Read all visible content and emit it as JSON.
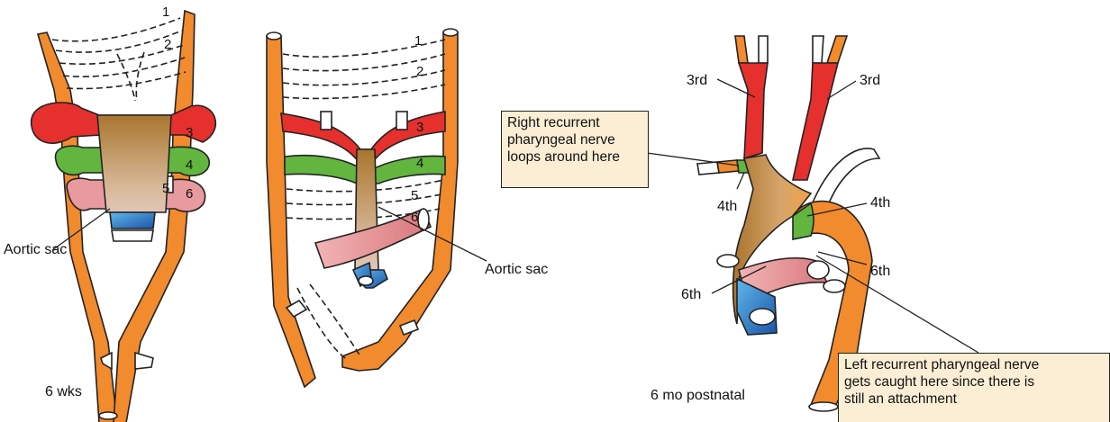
{
  "panel_left": {
    "arch_numbers": [
      "1",
      "2",
      "3",
      "4",
      "5",
      "6"
    ],
    "aortic_sac_label": "Aortic sac",
    "age_caption": "6 wks"
  },
  "panel_middle": {
    "arch_numbers": [
      "1",
      "2",
      "3",
      "4",
      "5",
      "6"
    ],
    "aortic_sac_label": "Aortic sac"
  },
  "panel_right": {
    "third_left": "3rd",
    "third_right": "3rd",
    "fourth_left": "4th",
    "fourth_right": "4th",
    "sixth_left": "6th",
    "sixth_right": "6th",
    "age_caption": "6 mo postnatal",
    "right_nerve_note": [
      "Right recurrent",
      "pharyngeal nerve",
      "loops around here"
    ],
    "left_nerve_note": [
      "Left recurrent pharyngeal nerve",
      "gets caught here since there is",
      "still an attachment"
    ]
  },
  "colors": {
    "orange": "#f28a2e",
    "red": "#e5302d",
    "green": "#62b53f",
    "pink": "#e89a9f",
    "blue": "#2c7ec4",
    "tan": "#b07a3a",
    "note_fill": "#fbeed5"
  }
}
